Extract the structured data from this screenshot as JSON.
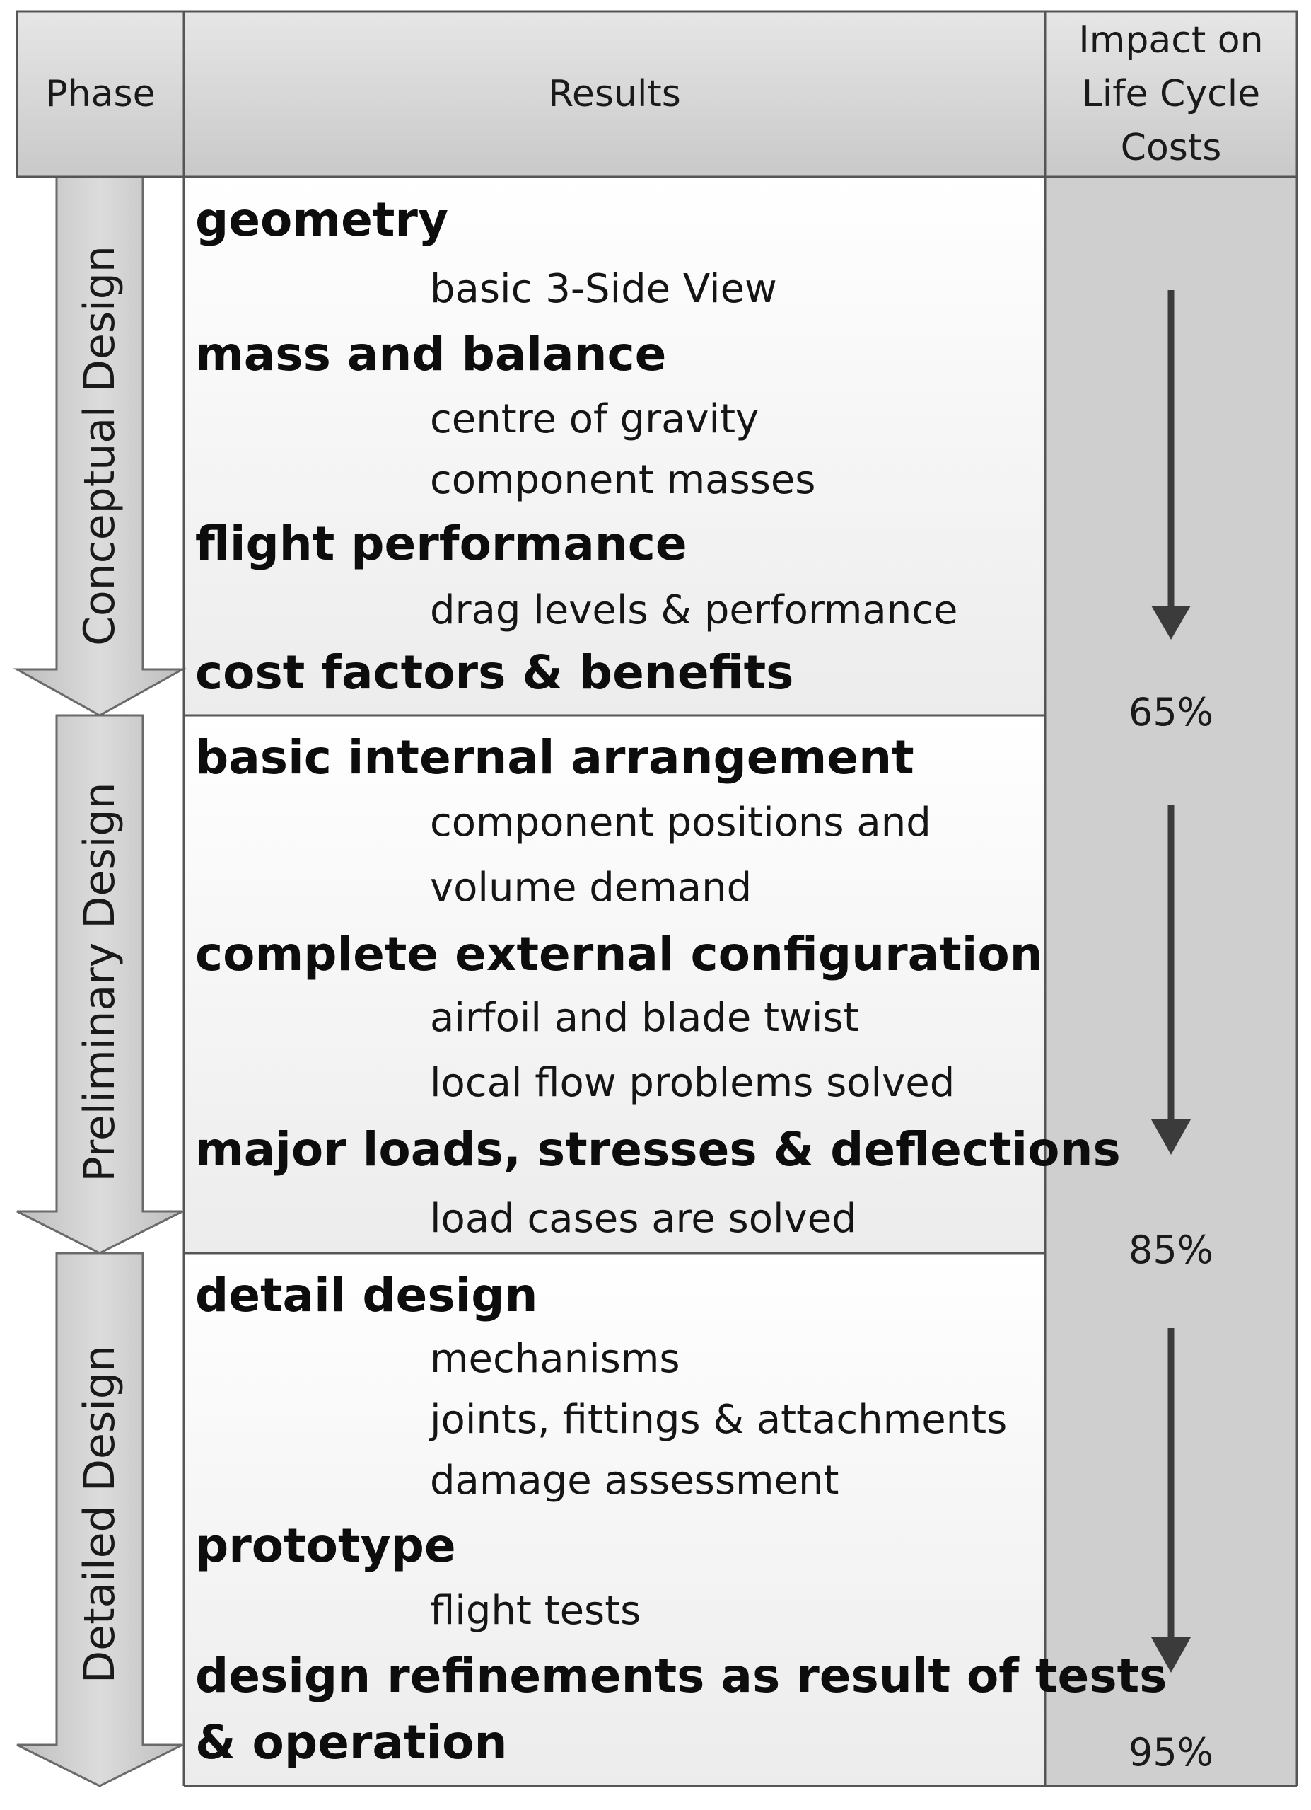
{
  "headers": {
    "phase": "Phase",
    "results": "Results",
    "impact_line1": "Impact on",
    "impact_line2": "Life Cycle",
    "impact_line3": "Costs"
  },
  "phases": [
    {
      "name": "Conceptual Design",
      "impact": "65%",
      "items": [
        {
          "heading": "geometry",
          "details": [
            "basic 3-Side View"
          ]
        },
        {
          "heading": "mass and balance",
          "details": [
            "centre of gravity",
            "component masses"
          ]
        },
        {
          "heading": "flight performance",
          "details": [
            "drag levels & performance"
          ]
        },
        {
          "heading": "cost factors & benefits",
          "details": []
        }
      ]
    },
    {
      "name": "Preliminary Design",
      "impact": "85%",
      "items": [
        {
          "heading": "basic internal arrangement",
          "details": [
            "component positions and",
            "volume demand"
          ]
        },
        {
          "heading": "complete  external configuration",
          "details": [
            "airfoil and blade twist",
            "local flow problems solved"
          ]
        },
        {
          "heading": "major loads, stresses & deflections",
          "details": [
            "load cases are solved"
          ]
        }
      ]
    },
    {
      "name": "Detailed Design",
      "impact": "95%",
      "items": [
        {
          "heading": "detail design",
          "details": [
            "mechanisms",
            "joints, fittings & attachments",
            "damage assessment"
          ]
        },
        {
          "heading": "prototype",
          "details": [
            "flight tests"
          ]
        },
        {
          "heading": "design refinements as result of tests",
          "details": []
        },
        {
          "heading": "& operation",
          "details": []
        }
      ]
    }
  ]
}
